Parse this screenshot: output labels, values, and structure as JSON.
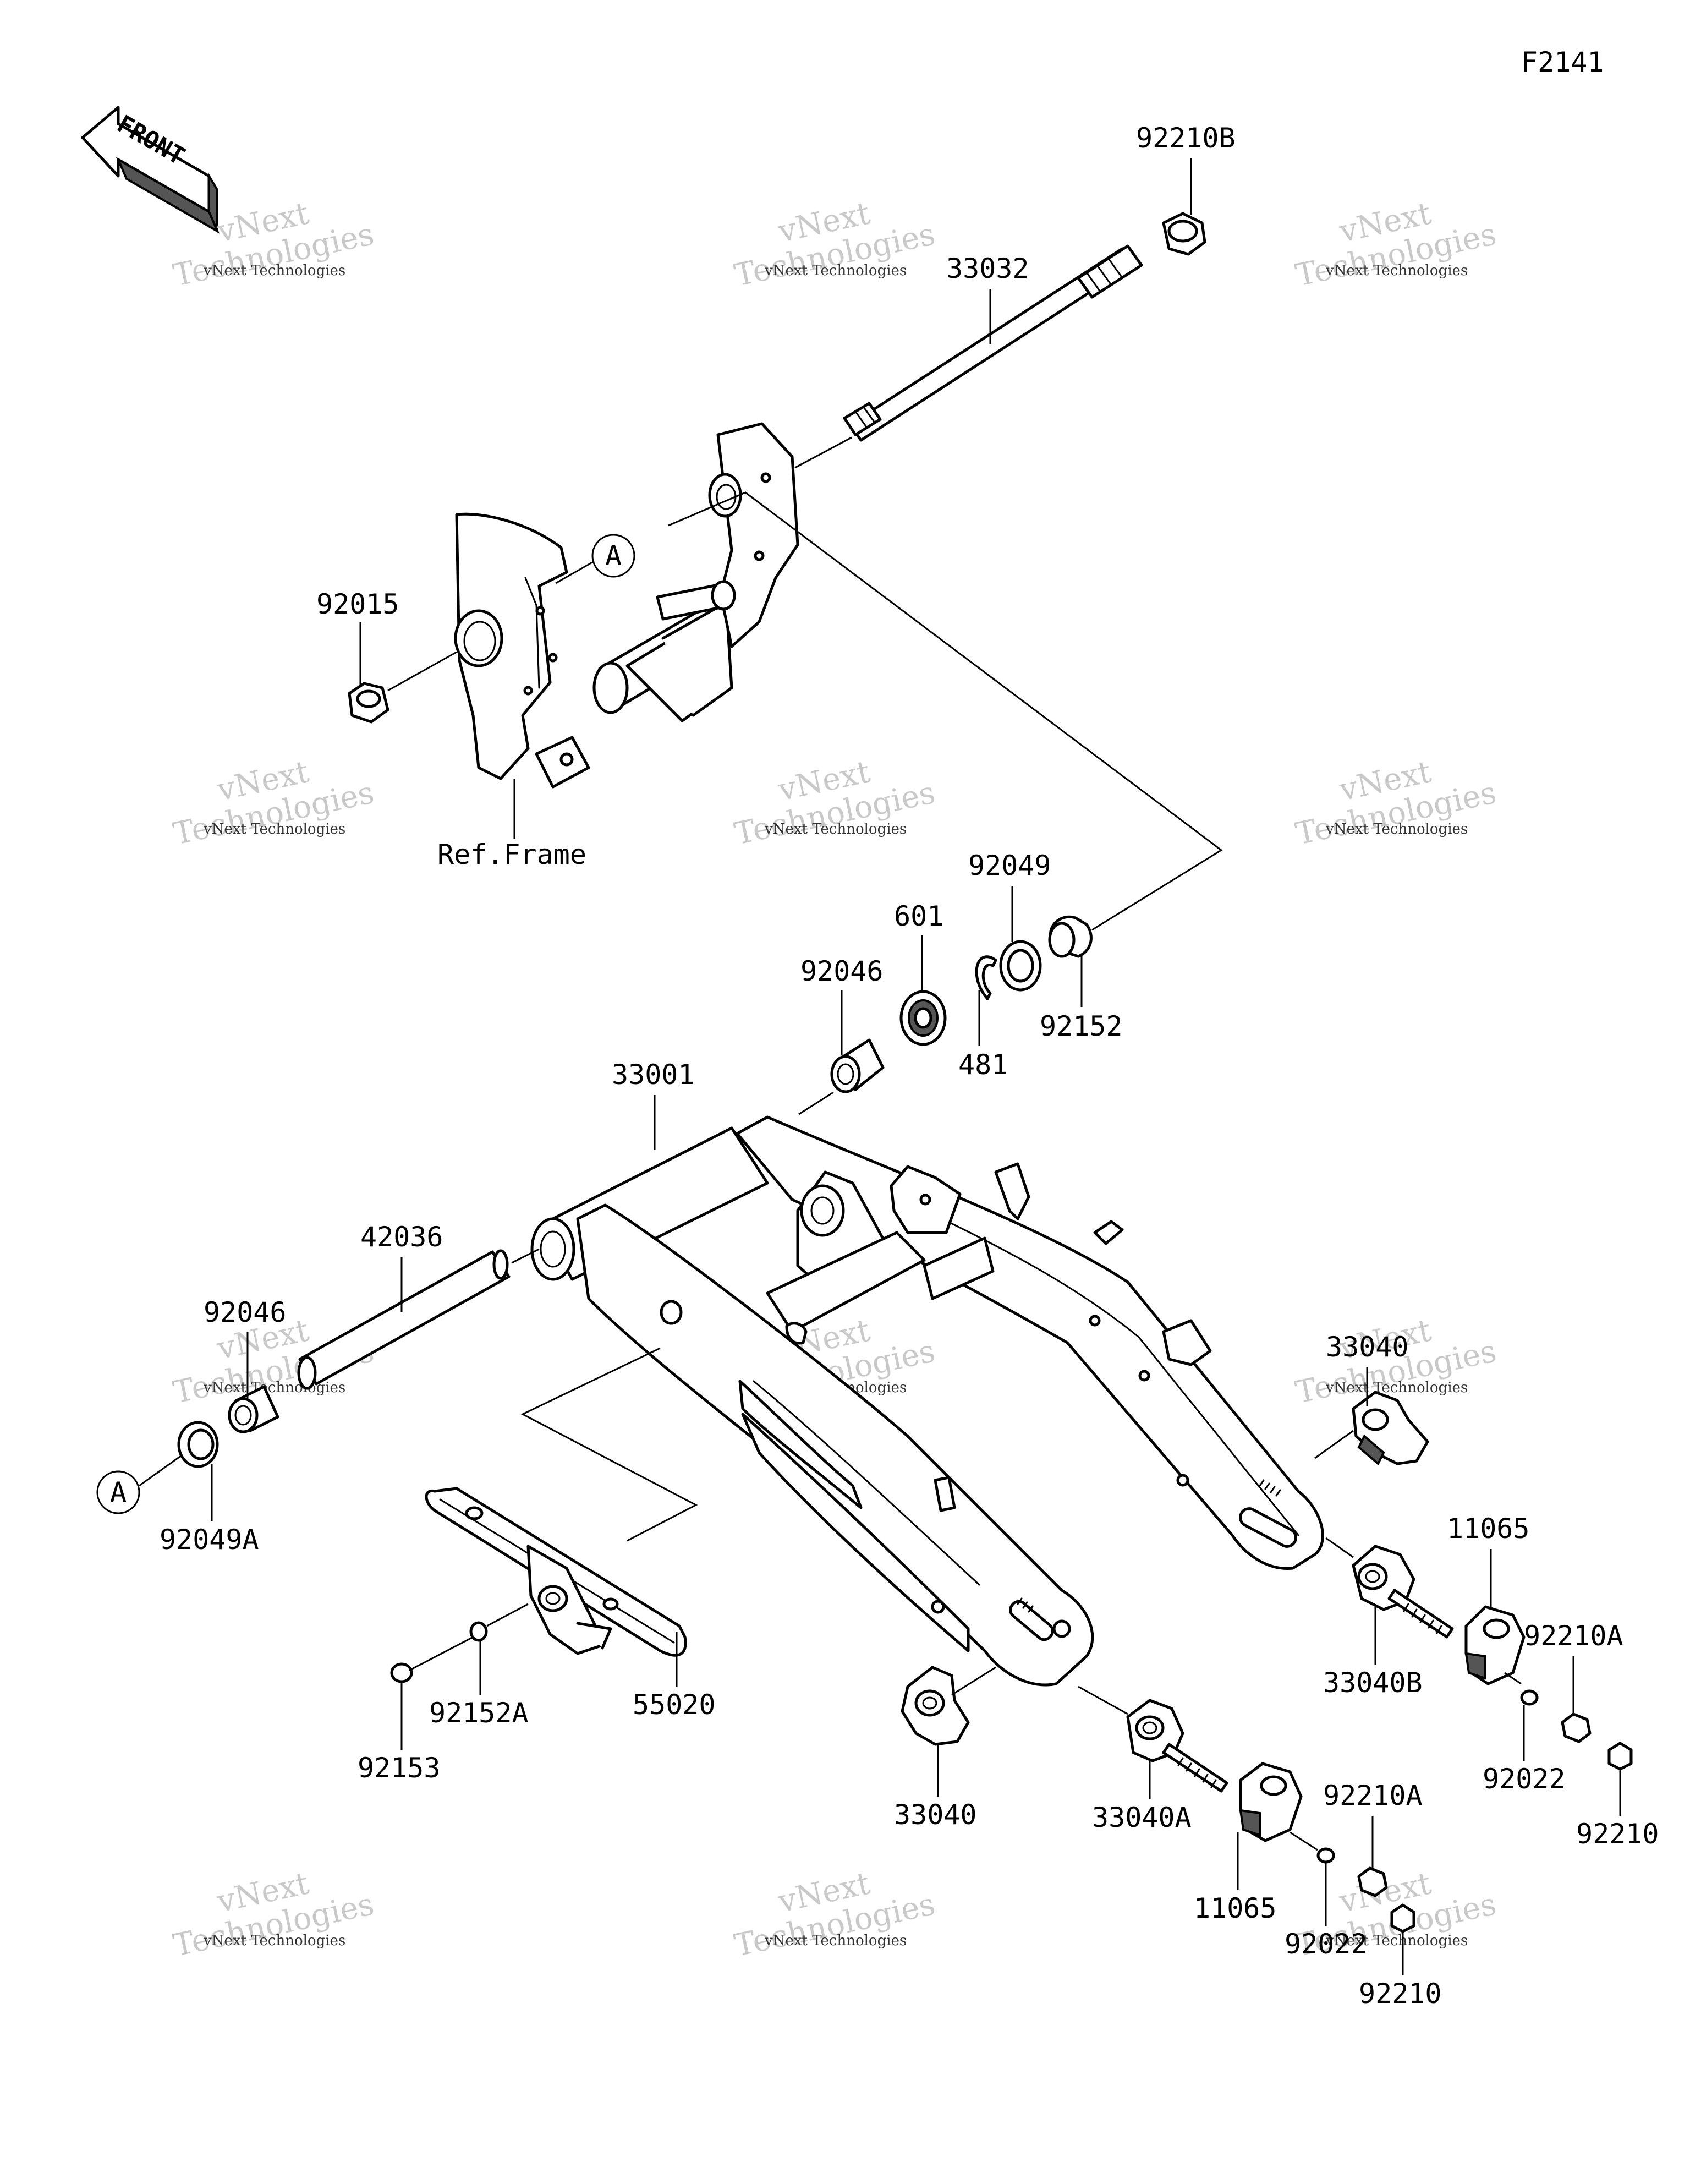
{
  "diagram_code": "F2141",
  "front_label": "FRONT",
  "ref_label": "Ref.Frame",
  "ref_marks": [
    "A",
    "A"
  ],
  "watermark": {
    "line1": "vNext",
    "line2": "Technologies",
    "small": "vNext Technologies"
  },
  "callouts": {
    "p92210B": "92210B",
    "p33032": "33032",
    "p92015": "92015",
    "p92049": "92049",
    "p601": "601",
    "p92046_top": "92046",
    "p92152": "92152",
    "p481": "481",
    "p33001": "33001",
    "p42036": "42036",
    "p92046_left": "92046",
    "p92049A": "92049A",
    "p33040_right": "33040",
    "p11065_right": "11065",
    "p33040B": "33040B",
    "p92210A_right": "92210A",
    "p92022_right": "92022",
    "p92210_right": "92210",
    "p55020": "55020",
    "p92152A": "92152A",
    "p92153": "92153",
    "p33040_bottom": "33040",
    "p33040A": "33040A",
    "p92210A_bottom": "92210A",
    "p11065_bottom": "11065",
    "p92022_bottom": "92022",
    "p92210_bottom": "92210"
  }
}
